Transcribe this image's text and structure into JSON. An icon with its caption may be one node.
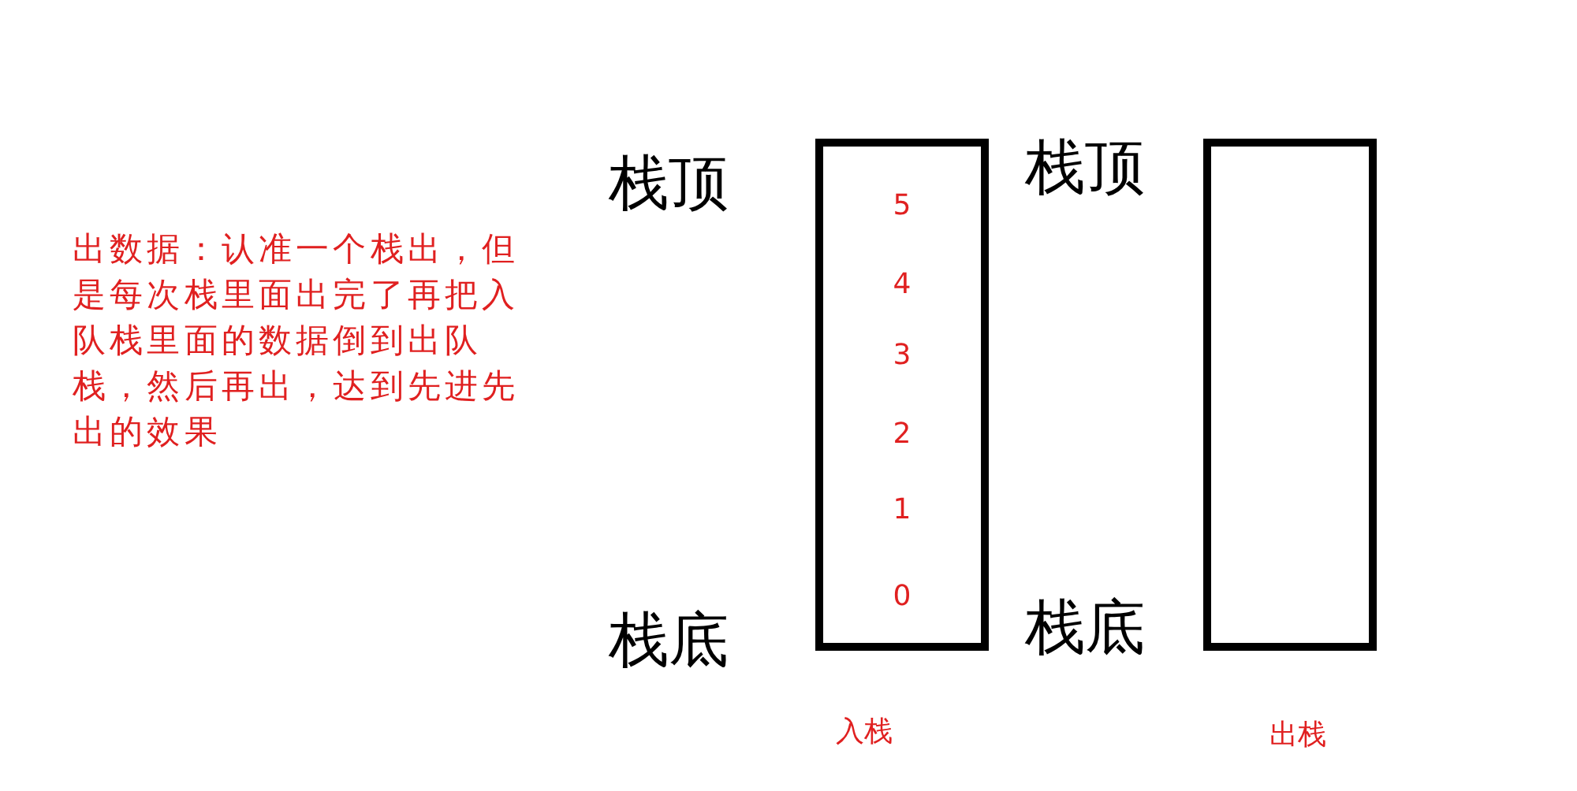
{
  "diagram": {
    "nodes": [
      {
        "text": [
          "5",
          "4",
          "3",
          "2",
          "1",
          "0"
        ],
        "beside": [
          "栈顶",
          "栈底",
          "入栈"
        ]
      },
      {
        "text": [],
        "shape": "box",
        "beside": [
          "栈顶",
          "栈底",
          "出栈"
        ]
      }
    ],
    "labels": [
      "出数据：认准一个栈出，但是每次栈里面出完了再把入队栈里面的数据倒到出队栈，然后再出，达到先进先出的效果"
    ]
  }
}
